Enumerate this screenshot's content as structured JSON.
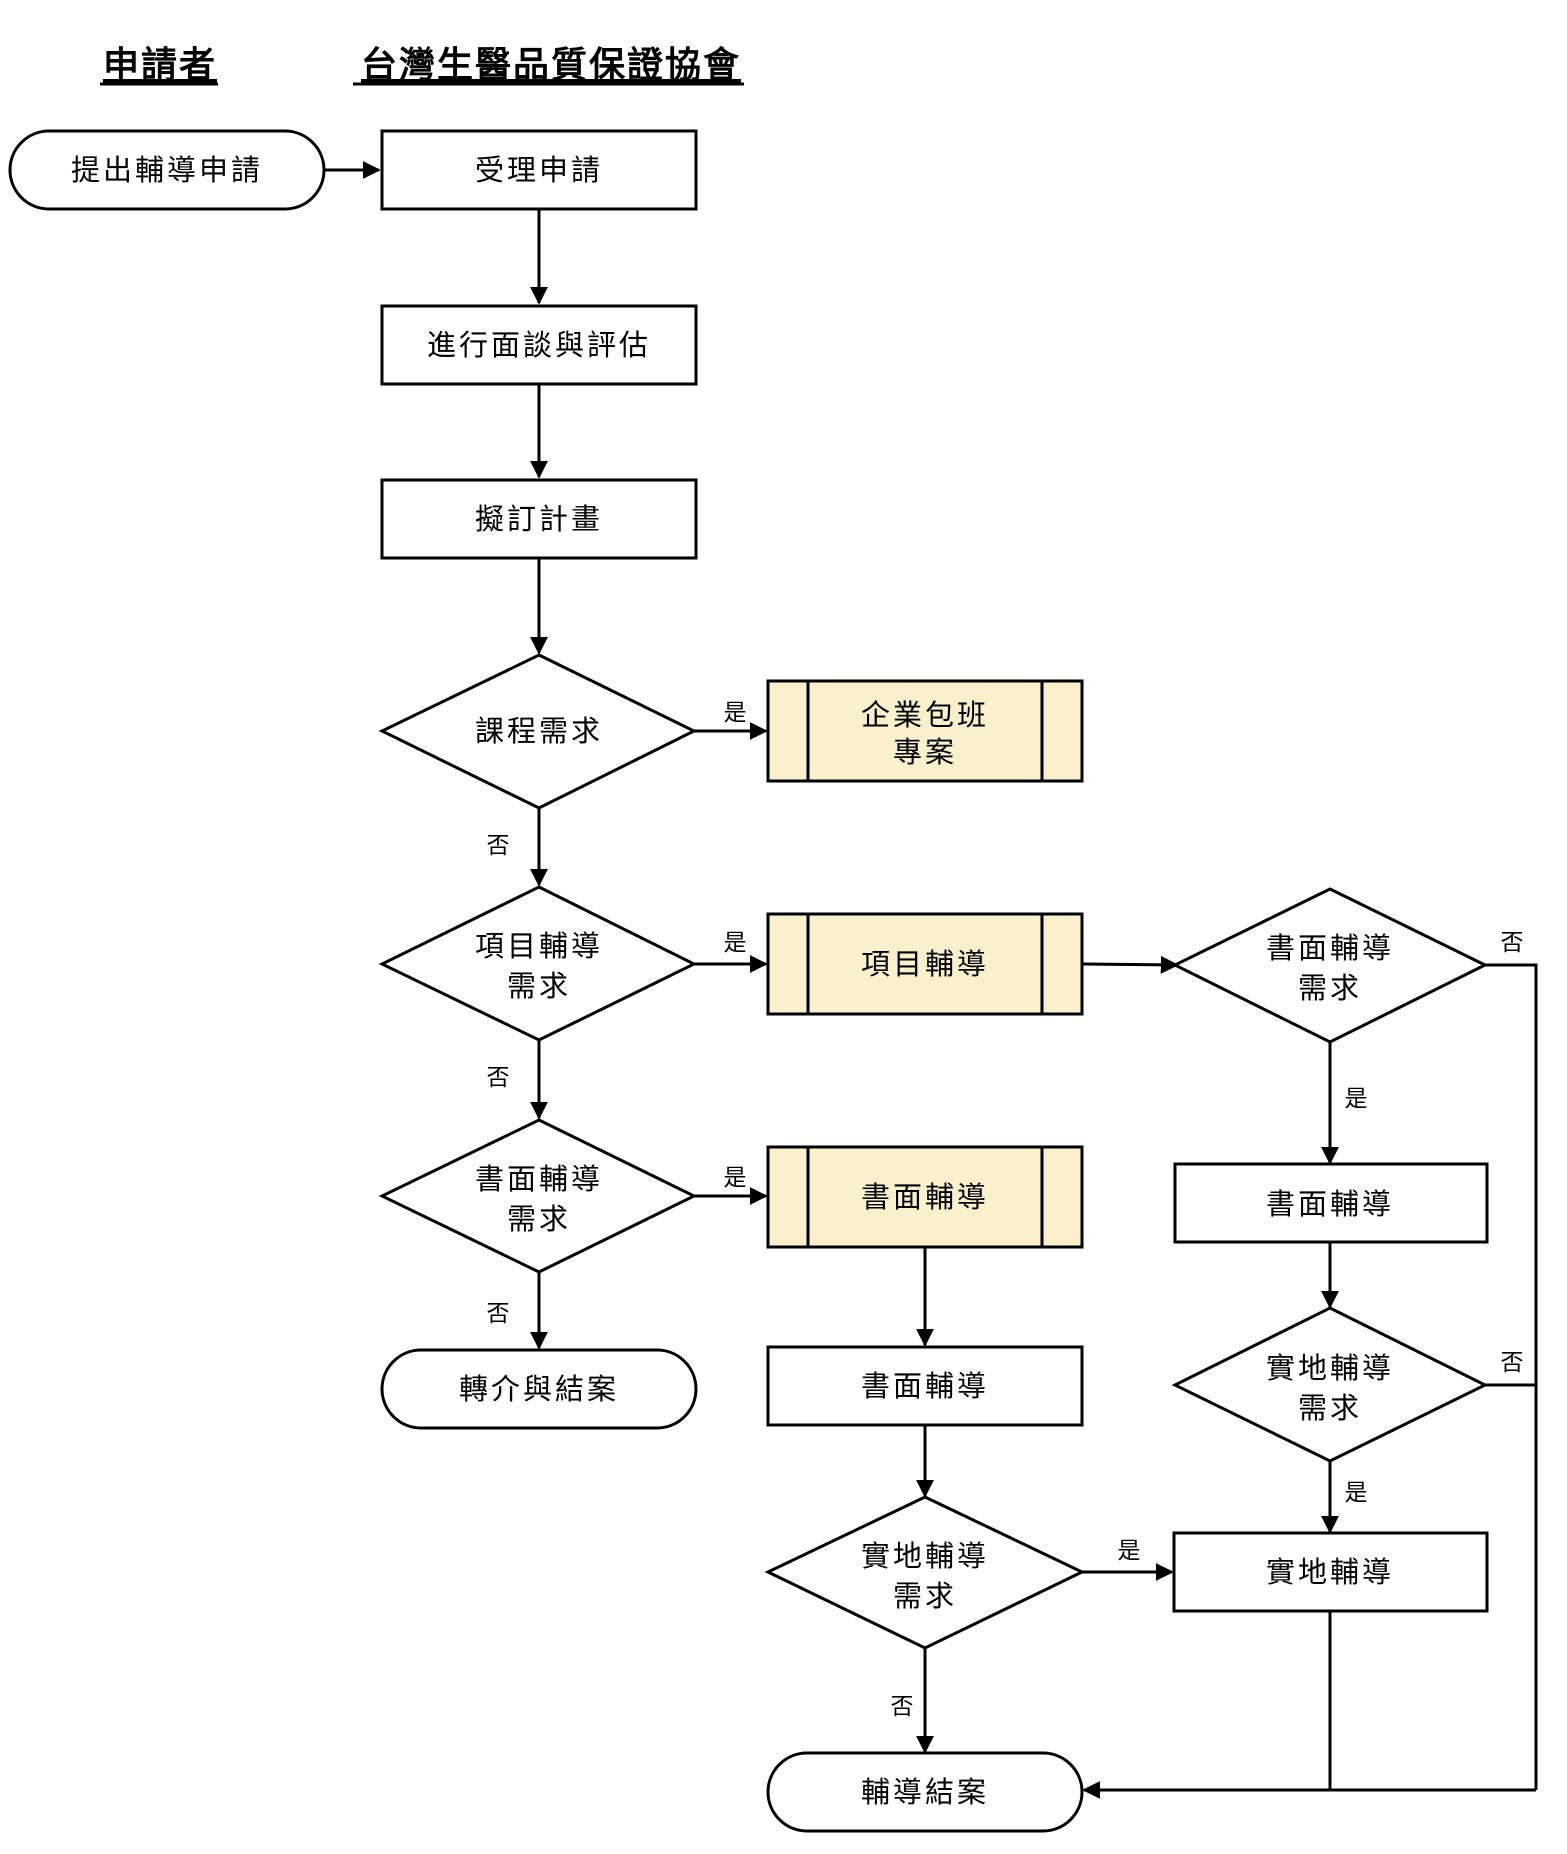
{
  "headers": {
    "applicant": "申請者",
    "association": "台灣生醫品質保證協會"
  },
  "nodes": {
    "apply": "提出輔導申請",
    "accept": "受理申請",
    "interview": "進行面談與評估",
    "plan": "擬訂計畫",
    "course_need": "課程需求",
    "enterprise_class": [
      "企業包班",
      "專案"
    ],
    "item_need": [
      "項目輔導",
      "需求"
    ],
    "item_coaching": "項目輔導",
    "doc_need_right": [
      "書面輔導",
      "需求"
    ],
    "doc_coaching_right": "書面輔導",
    "site_need_right": [
      "實地輔導",
      "需求"
    ],
    "site_coaching": "實地輔導",
    "doc_need_left": [
      "書面輔導",
      "需求"
    ],
    "doc_coaching_sub": "書面輔導",
    "referral_close": "轉介與結案",
    "doc_coaching_mid": "書面輔導",
    "site_need_mid": [
      "實地輔導",
      "需求"
    ],
    "coaching_close": "輔導結案"
  },
  "edge_labels": {
    "yes": "是",
    "no": "否"
  },
  "colors": {
    "subprocess_fill": "#fbf0cc",
    "stroke": "#000000"
  }
}
